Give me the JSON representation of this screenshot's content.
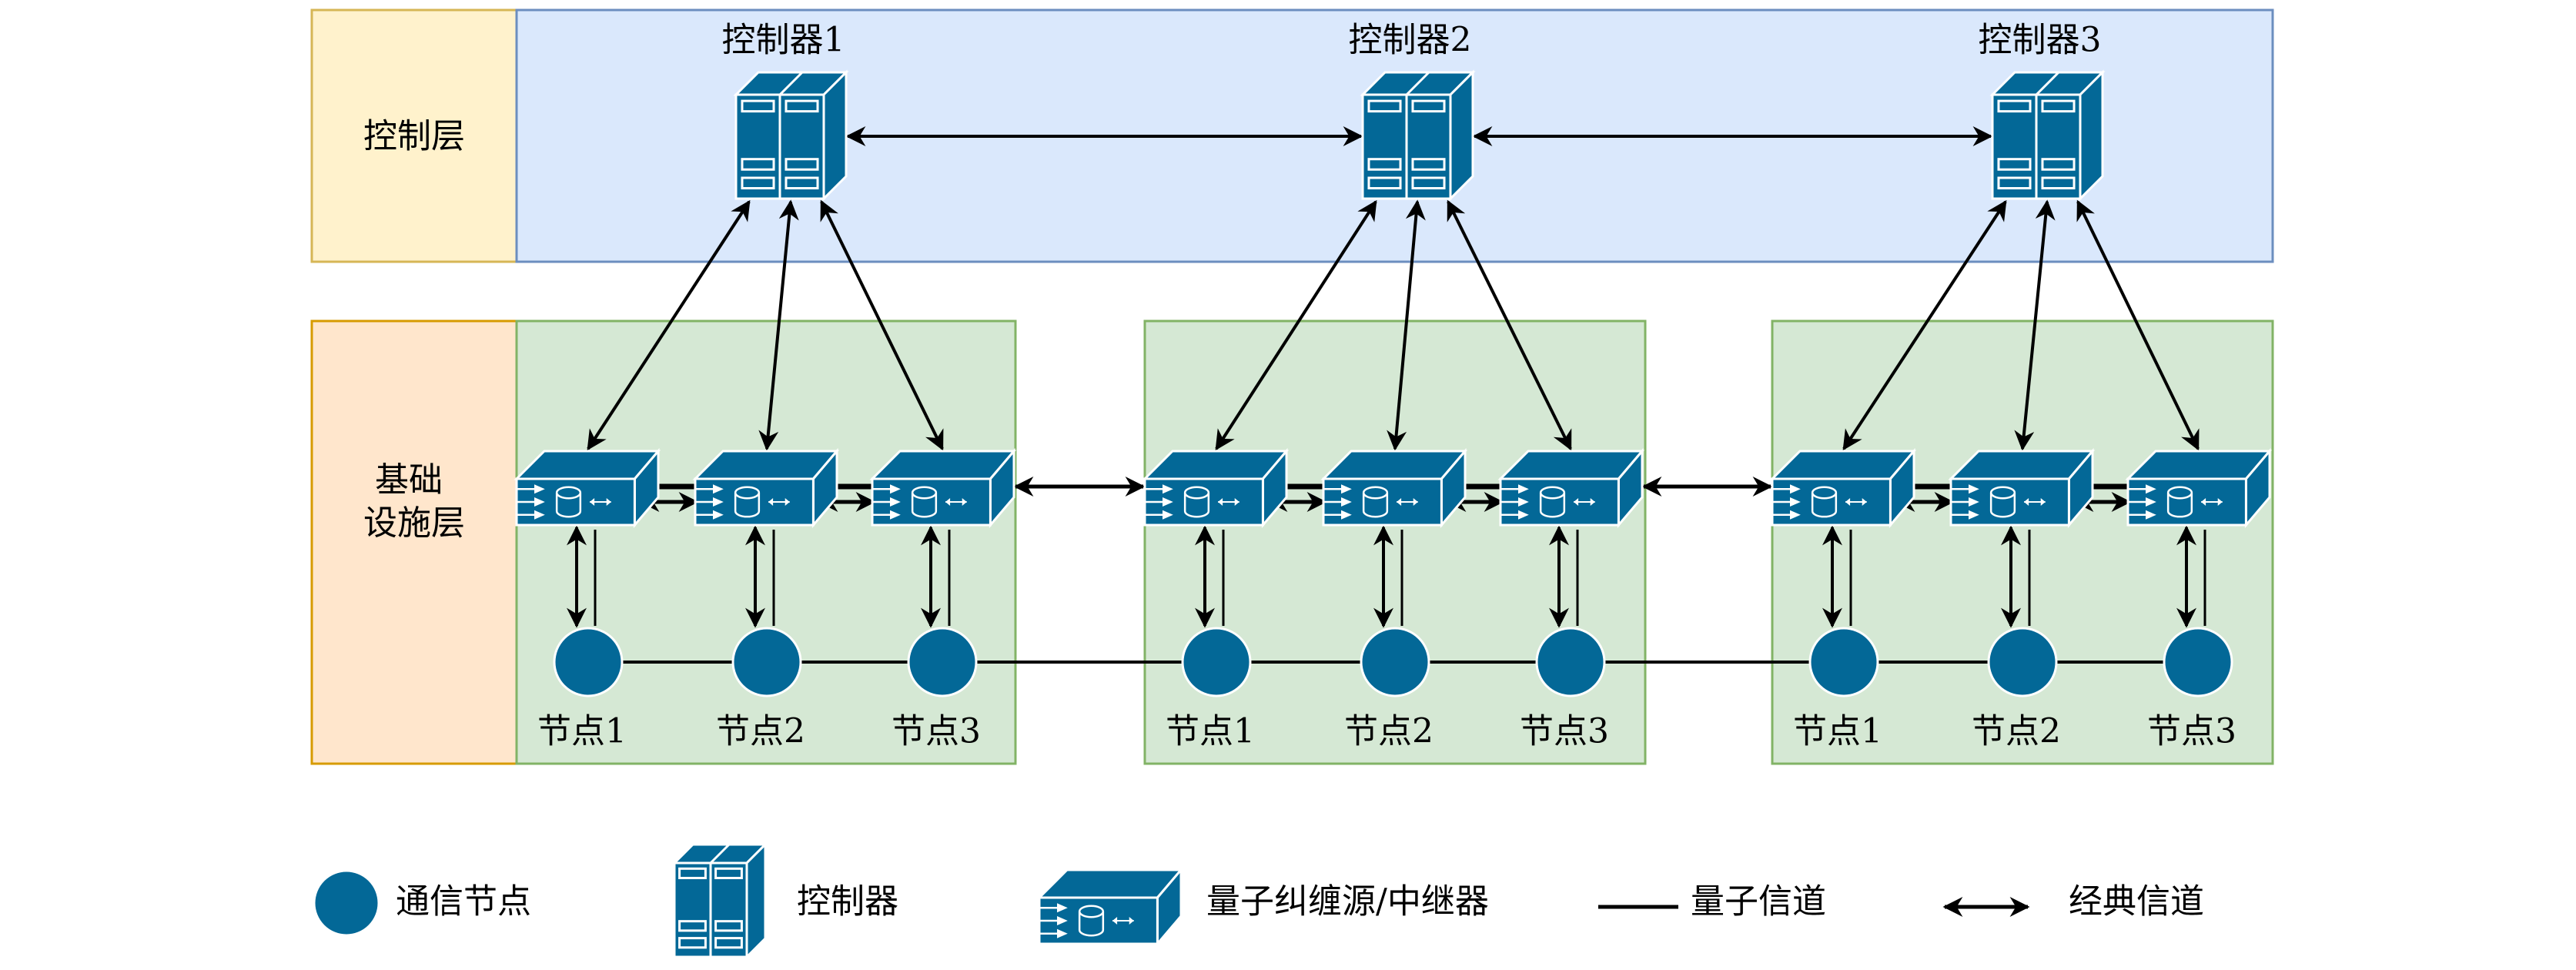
{
  "layers": {
    "control": {
      "label": "控制层"
    },
    "infrastructure": {
      "label_lines": [
        "基础",
        "设施层"
      ]
    }
  },
  "controllers": [
    {
      "id": "controller-1",
      "label": "控制器1"
    },
    {
      "id": "controller-2",
      "label": "控制器2"
    },
    {
      "id": "controller-3",
      "label": "控制器3"
    }
  ],
  "domains": [
    {
      "id": "domain-1",
      "controller": "controller-1",
      "nodes": [
        {
          "label": "节点1"
        },
        {
          "label": "节点2"
        },
        {
          "label": "节点3"
        }
      ]
    },
    {
      "id": "domain-2",
      "controller": "controller-2",
      "nodes": [
        {
          "label": "节点1"
        },
        {
          "label": "节点2"
        },
        {
          "label": "节点3"
        }
      ]
    },
    {
      "id": "domain-3",
      "controller": "controller-3",
      "nodes": [
        {
          "label": "节点1"
        },
        {
          "label": "节点2"
        },
        {
          "label": "节点3"
        }
      ]
    }
  ],
  "links": {
    "controller_to_controller": [
      [
        "controller-1",
        "controller-2"
      ],
      [
        "controller-2",
        "controller-3"
      ]
    ],
    "domain_to_domain": [
      [
        "domain-1",
        "domain-2"
      ],
      [
        "domain-2",
        "domain-3"
      ]
    ]
  },
  "legend": [
    {
      "icon": "communication-node-icon",
      "label": "通信节点"
    },
    {
      "icon": "controller-icon",
      "label": "控制器"
    },
    {
      "icon": "entanglement-source-repeater-icon",
      "label": "量子纠缠源/中继器"
    },
    {
      "icon": "quantum-channel-line-icon",
      "label": "量子信道"
    },
    {
      "icon": "classical-channel-arrow-icon",
      "label": "经典信道"
    }
  ],
  "colors": {
    "device": "#036897",
    "control_label_fill": "#fff2cc",
    "control_label_stroke": "#d6b656",
    "control_layer_fill": "#dae8fc",
    "control_layer_stroke": "#6c8ebf",
    "infra_label_fill": "#ffe6cc",
    "infra_label_stroke": "#d79b00",
    "domain_fill": "#d5e8d4",
    "domain_stroke": "#82b366"
  }
}
